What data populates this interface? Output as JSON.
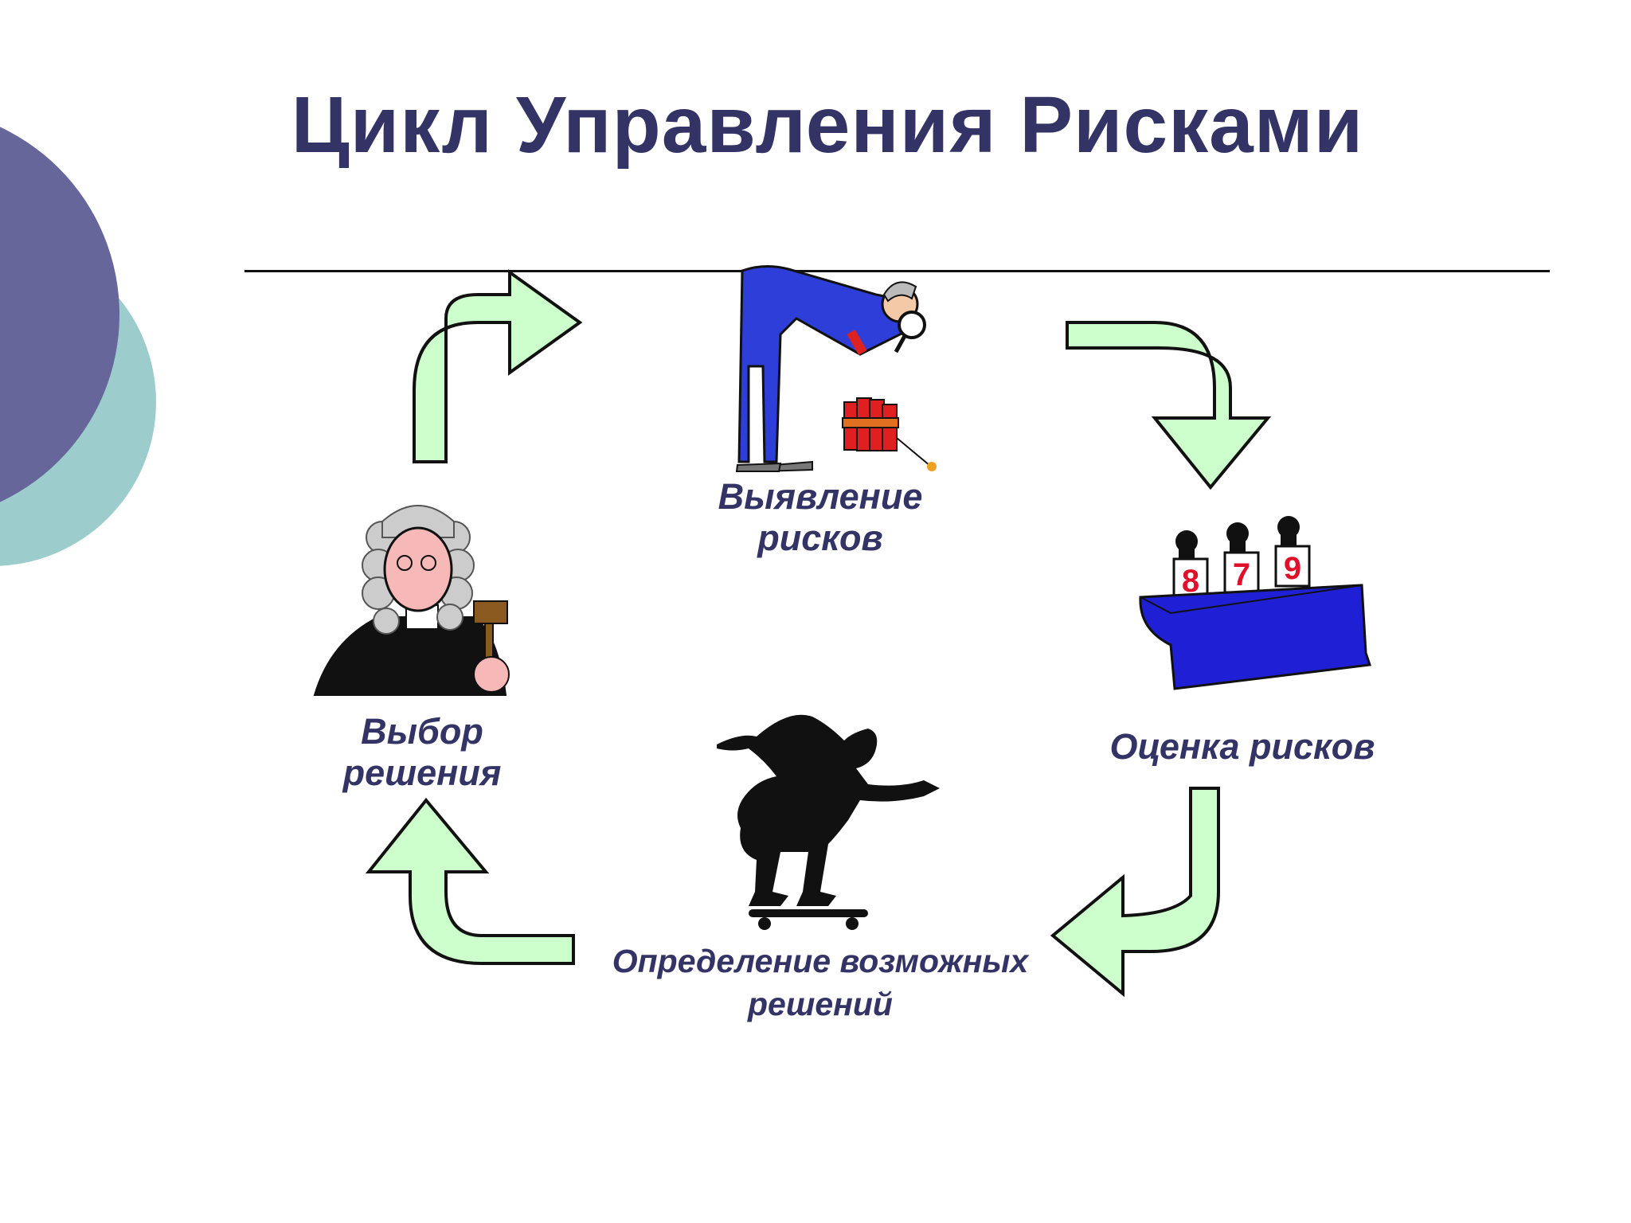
{
  "slide": {
    "title": "Цикл Управления Рисками"
  },
  "stages": {
    "identification": "Выявление\nрисков",
    "assessment": "Оценка рисков",
    "solutions": "Определение возможных\nрешений",
    "choice": "Выбор\nрешения"
  },
  "scorecards": [
    "8",
    "7",
    "9"
  ],
  "colors": {
    "title": "#333366",
    "arrow_fill": "#ccffcc",
    "deco_dark": "#66669a",
    "deco_light": "#9ccccc",
    "table": "#1f1fd6",
    "man_suit": "#2d3fd8"
  }
}
